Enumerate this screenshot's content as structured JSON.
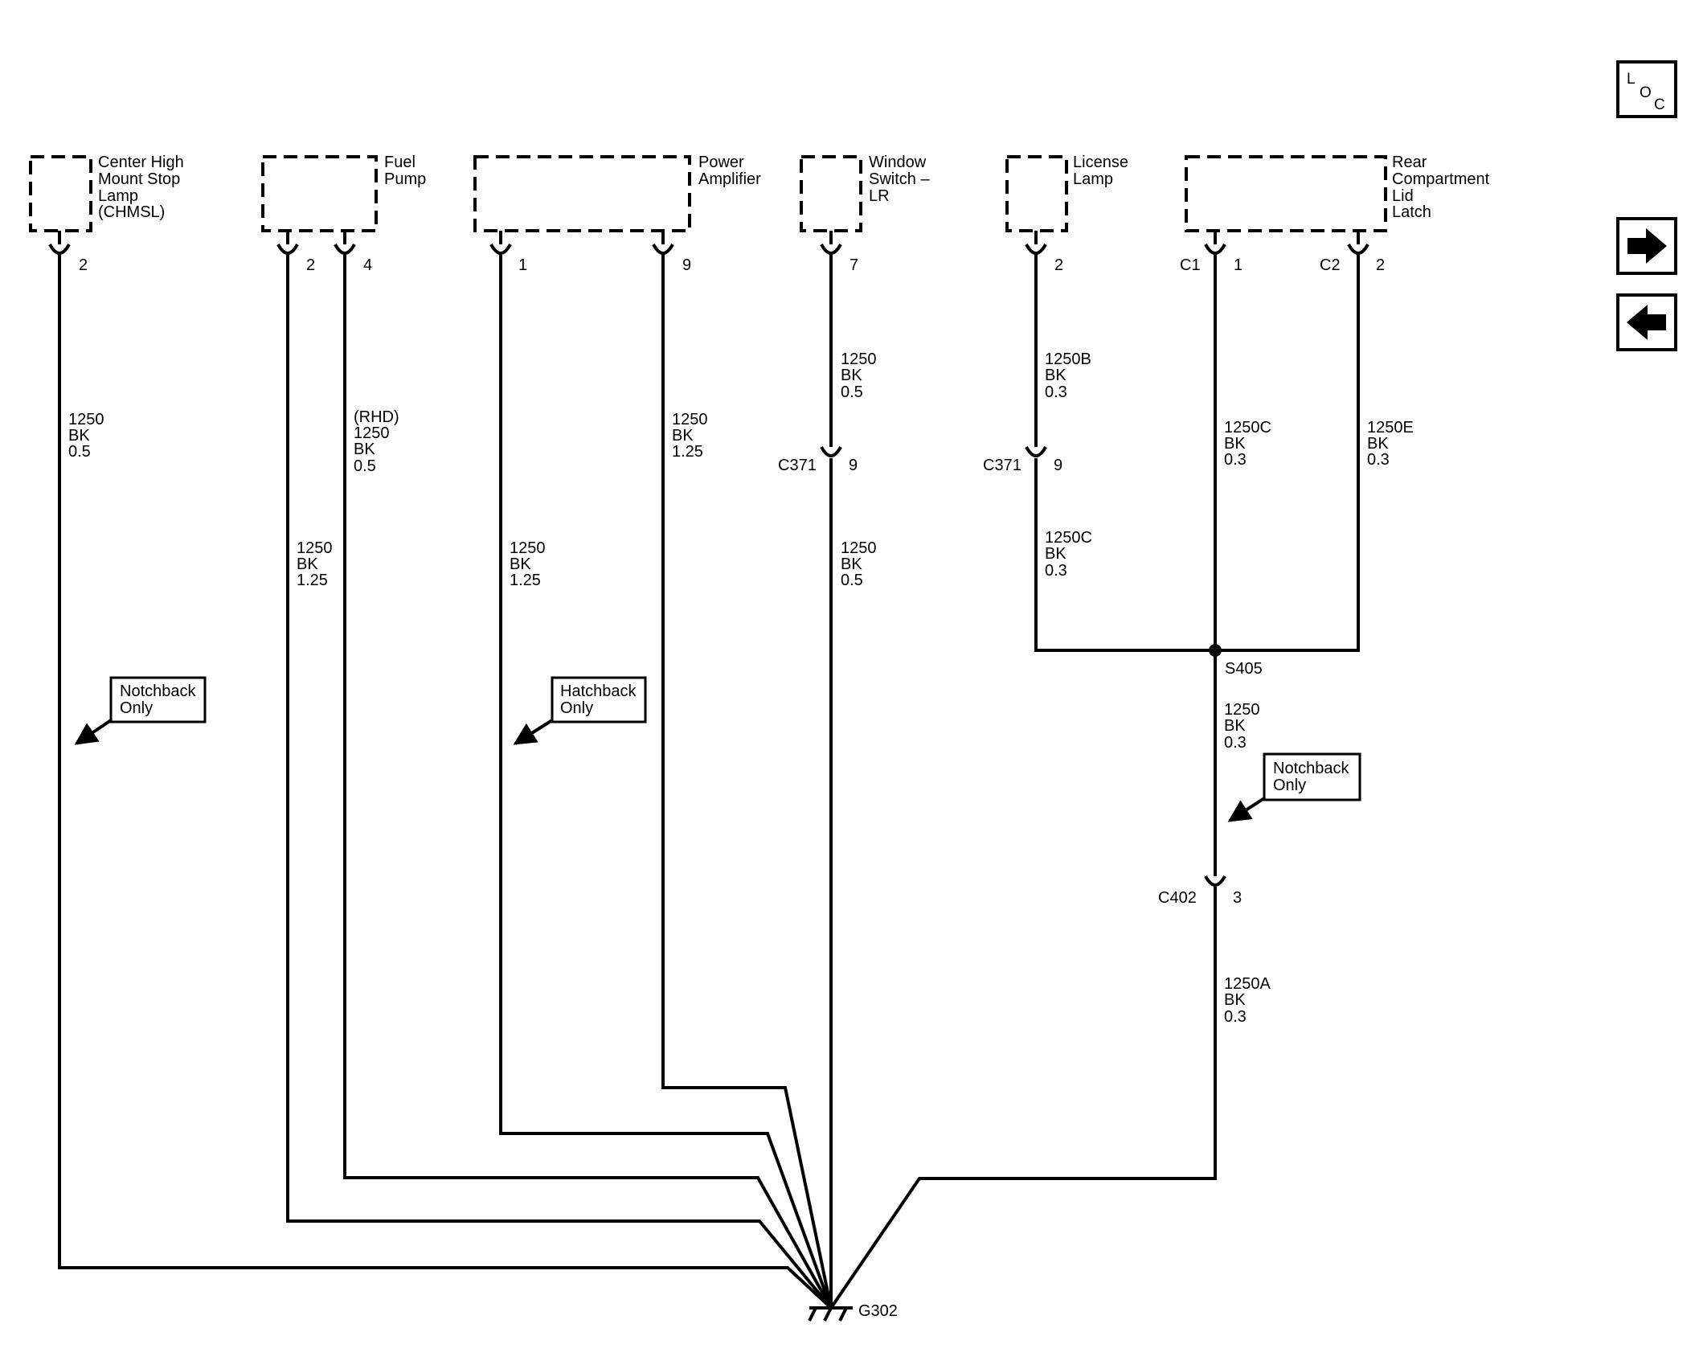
{
  "nav": {
    "loc_l": "L",
    "loc_o": "O",
    "loc_c": "C",
    "forward_icon": "right-arrow-icon",
    "back_icon": "left-arrow-icon"
  },
  "components": {
    "chmsl": [
      "Center High",
      "Mount Stop",
      "Lamp",
      "(CHMSL)"
    ],
    "fuel_pump": [
      "Fuel",
      "Pump"
    ],
    "power_amp": [
      "Power",
      "Amplifier"
    ],
    "window_switch": [
      "Window",
      "Switch –",
      "LR"
    ],
    "license_lamp": [
      "License",
      "Lamp"
    ],
    "rear_latch": [
      "Rear",
      "Compartment",
      "Lid",
      "Latch"
    ]
  },
  "pins": {
    "chmsl": "2",
    "fuel_a": "2",
    "fuel_b": "4",
    "amp_a": "1",
    "amp_b": "9",
    "window": "7",
    "license": "2",
    "latch_c1_name": "C1",
    "latch_c1_pin": "1",
    "latch_c2_name": "C2",
    "latch_c2_pin": "2"
  },
  "wires": {
    "chmsl": [
      "1250",
      "BK",
      "0.5"
    ],
    "fuel_a": [
      "1250",
      "BK",
      "1.25"
    ],
    "fuel_b": [
      "(RHD)",
      "1250",
      "BK",
      "0.5"
    ],
    "amp_a": [
      "1250",
      "BK",
      "1.25"
    ],
    "amp_b": [
      "1250",
      "BK",
      "1.25"
    ],
    "window_upper": [
      "1250",
      "BK",
      "0.5"
    ],
    "window_lower": [
      "1250",
      "BK",
      "0.5"
    ],
    "license_upper": [
      "1250B",
      "BK",
      "0.3"
    ],
    "license_lower": [
      "1250C",
      "BK",
      "0.3"
    ],
    "latch_c1": [
      "1250C",
      "BK",
      "0.3"
    ],
    "latch_c2": [
      "1250E",
      "BK",
      "0.3"
    ],
    "splice_out": [
      "1250",
      "BK",
      "0.3"
    ],
    "c402_out": [
      "1250A",
      "BK",
      "0.3"
    ]
  },
  "connectors": {
    "window_inline_name": "C371",
    "window_inline_pin": "9",
    "license_inline_name": "C371",
    "license_inline_pin": "9",
    "c402_name": "C402",
    "c402_pin": "3"
  },
  "splice": "S405",
  "ground": "G302",
  "notes": {
    "chmsl": [
      "Notchback",
      "Only"
    ],
    "amp": [
      "Hatchback",
      "Only"
    ],
    "splice": [
      "Notchback",
      "Only"
    ]
  }
}
